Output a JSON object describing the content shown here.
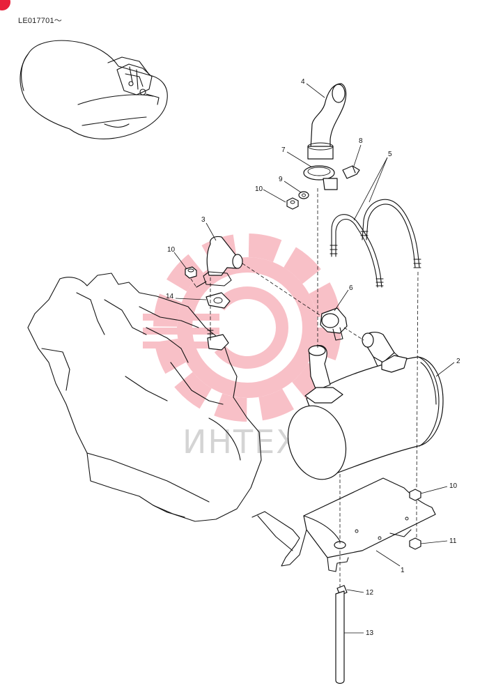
{
  "header": {
    "serial": "LE017701～"
  },
  "watermark": {
    "text": "ИНТЕХ",
    "color": "#e8203a"
  },
  "callouts": [
    {
      "id": "c1",
      "text": "1"
    },
    {
      "id": "c2",
      "text": "2"
    },
    {
      "id": "c3",
      "text": "3"
    },
    {
      "id": "c4",
      "text": "4"
    },
    {
      "id": "c5",
      "text": "5"
    },
    {
      "id": "c6",
      "text": "6"
    },
    {
      "id": "c7",
      "text": "7"
    },
    {
      "id": "c8",
      "text": "8"
    },
    {
      "id": "c9",
      "text": "9"
    },
    {
      "id": "c10a",
      "text": "10"
    },
    {
      "id": "c10b",
      "text": "10"
    },
    {
      "id": "c10c",
      "text": "10"
    },
    {
      "id": "c11",
      "text": "11"
    },
    {
      "id": "c12",
      "text": "12"
    },
    {
      "id": "c13",
      "text": "13"
    },
    {
      "id": "c14",
      "text": "14"
    }
  ]
}
